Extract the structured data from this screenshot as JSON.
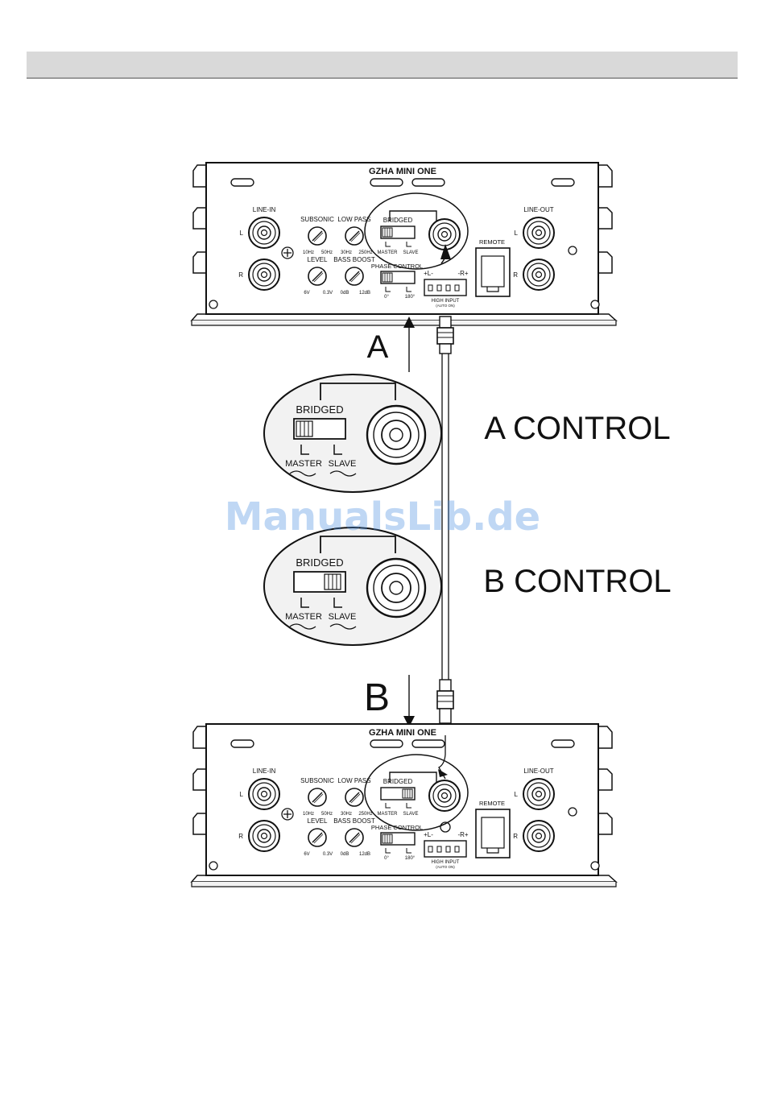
{
  "amp_top": {
    "model": "GZHA MINI ONE",
    "line_in": "LINE-IN",
    "line_out": "LINE-OUT",
    "ch_left": "L",
    "ch_right": "R",
    "subsonic": "SUBSONIC",
    "subsonic_min": "10Hz",
    "subsonic_max": "50Hz",
    "low_pass": "LOW PASS",
    "low_pass_min": "30Hz",
    "low_pass_max": "250Hz",
    "level": "LEVEL",
    "level_min": "6V",
    "level_max": "0.3V",
    "bass_boost": "BASS BOOST",
    "bass_boost_min": "0dB",
    "bass_boost_max": "12dB",
    "bridged": "BRIDGED",
    "master": "MASTER",
    "slave": "SLAVE",
    "phase_control": "PHASE CONTROL",
    "phase_min": "0°",
    "phase_max": "180°",
    "remote": "REMOTE",
    "high_input": "HIGH INPUT",
    "auto_on": "(AUTO ON)",
    "hi_left": "+L-",
    "hi_right": "-R+"
  },
  "amp_bottom": {
    "model": "GZHA MINI ONE",
    "line_in": "LINE-IN",
    "line_out": "LINE-OUT",
    "ch_left": "L",
    "ch_right": "R",
    "subsonic": "SUBSONIC",
    "subsonic_min": "10Hz",
    "subsonic_max": "50Hz",
    "low_pass": "LOW PASS",
    "low_pass_min": "30Hz",
    "low_pass_max": "250Hz",
    "level": "LEVEL",
    "level_min": "6V",
    "level_max": "0.3V",
    "bass_boost": "BASS BOOST",
    "bass_boost_min": "0dB",
    "bass_boost_max": "12dB",
    "bridged": "BRIDGED",
    "master": "MASTER",
    "slave": "SLAVE",
    "phase_control": "PHASE CONTROL",
    "phase_min": "0°",
    "phase_max": "180°",
    "remote": "REMOTE",
    "high_input": "HIGH INPUT",
    "auto_on": "(AUTO ON)",
    "hi_left": "+L-",
    "hi_right": "-R+"
  },
  "callouts": {
    "label_a": "A",
    "label_b": "B",
    "a_control": "A CONTROL",
    "b_control": "B CONTROL",
    "bridged": "BRIDGED",
    "master": "MASTER",
    "slave": "SLAVE"
  },
  "watermark": "ManualsLib.de"
}
